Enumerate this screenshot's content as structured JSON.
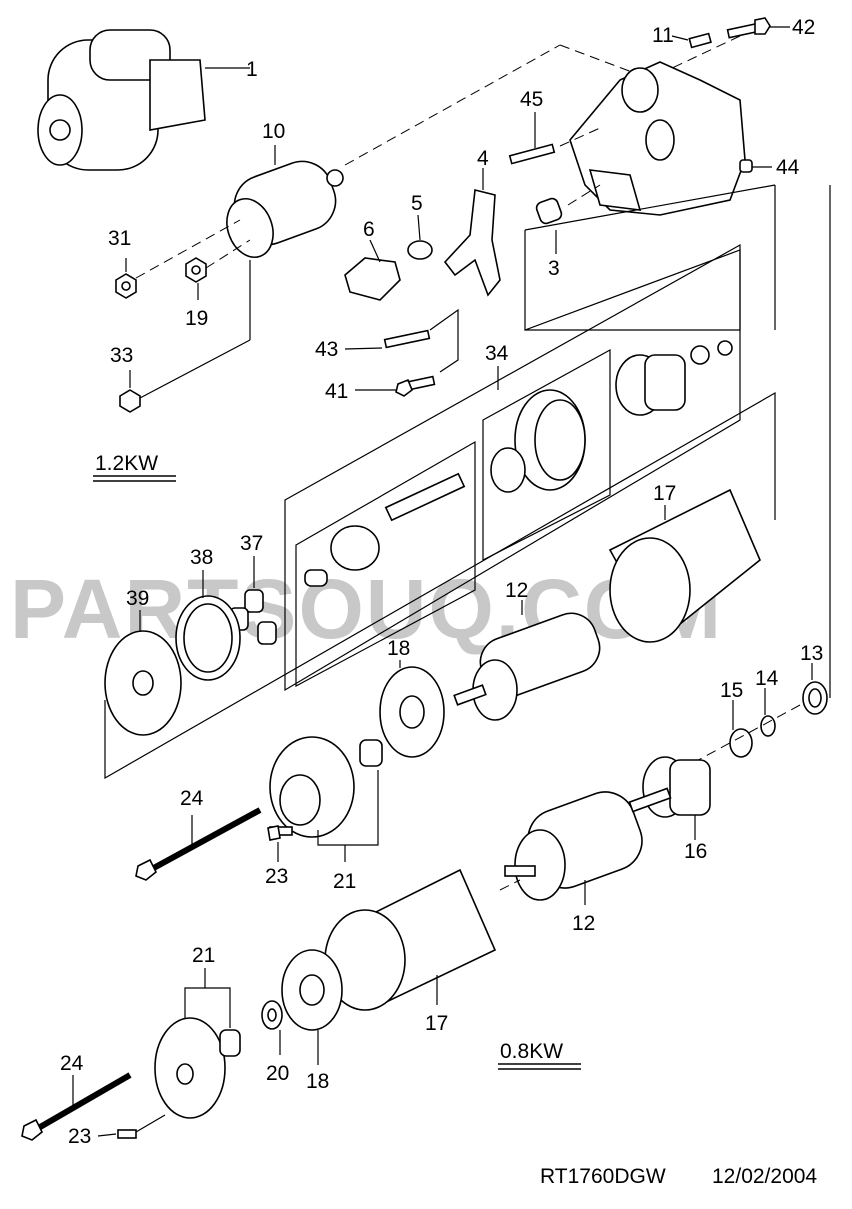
{
  "watermark": "PARTSOUQ.COM",
  "variant_labels": {
    "top": "1.2KW",
    "bottom": "0.8KW"
  },
  "footer": {
    "code": "RT1760DGW",
    "date": "12/02/2004"
  },
  "callouts": {
    "c1": "1",
    "c3": "3",
    "c4": "4",
    "c5": "5",
    "c6": "6",
    "c10": "10",
    "c11": "11",
    "c12a": "12",
    "c12b": "12",
    "c13": "13",
    "c14": "14",
    "c15": "15",
    "c16": "16",
    "c17a": "17",
    "c17b": "17",
    "c18a": "18",
    "c18b": "18",
    "c19": "19",
    "c20": "20",
    "c21a": "21",
    "c21b": "21",
    "c23a": "23",
    "c23b": "23",
    "c24a": "24",
    "c24b": "24",
    "c31": "31",
    "c33": "33",
    "c34": "34",
    "c37": "37",
    "c38": "38",
    "c39": "39",
    "c41": "41",
    "c42": "42",
    "c43": "43",
    "c44": "44",
    "c45": "45"
  }
}
